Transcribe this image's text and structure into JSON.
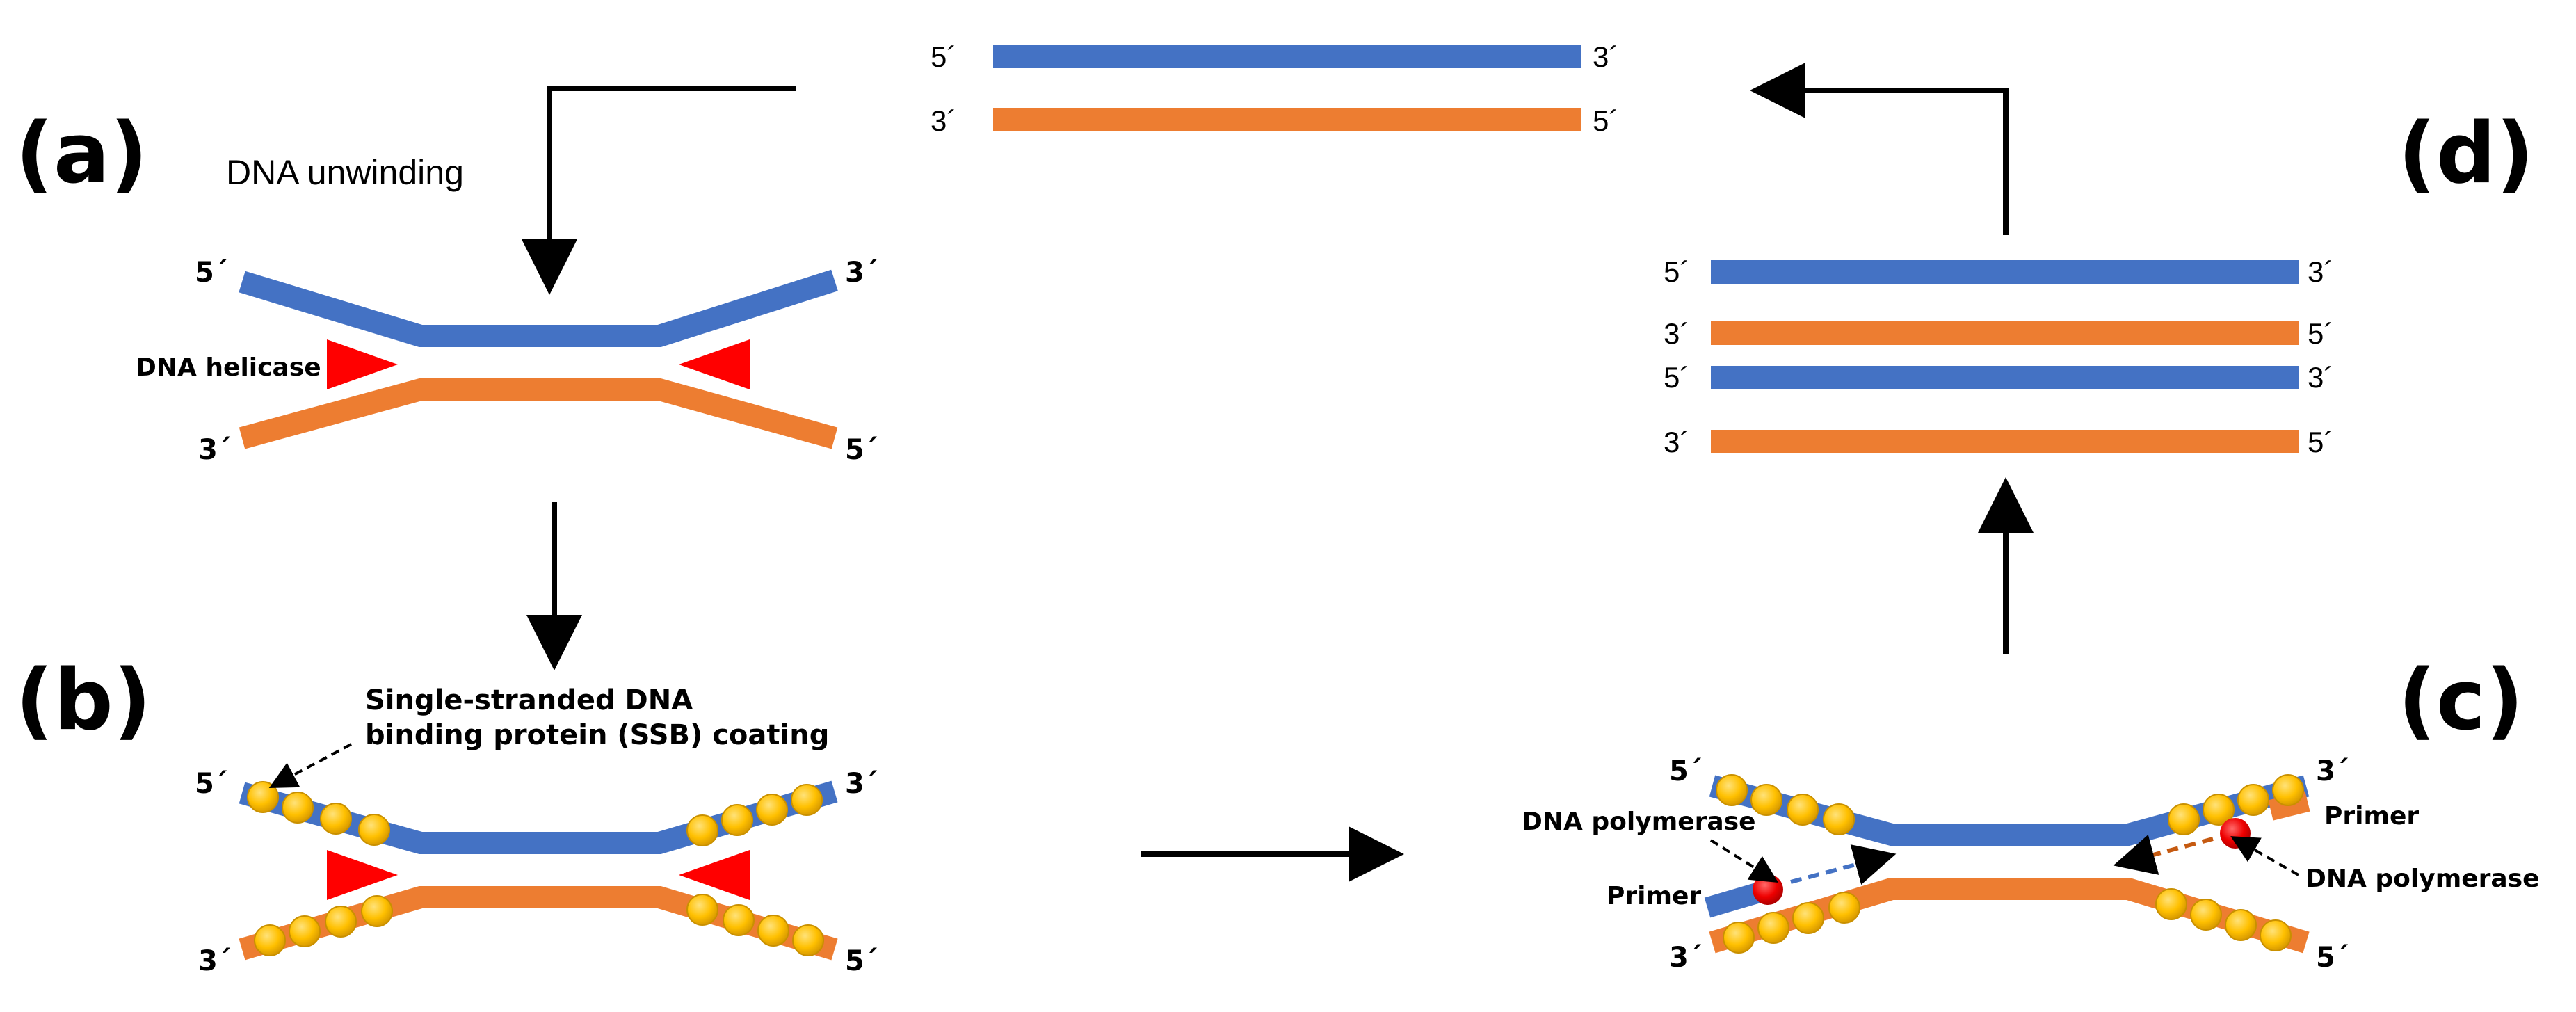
{
  "panels": {
    "a": "(a)",
    "b": "(b)",
    "c": "(c)",
    "d": "(d)"
  },
  "labels": {
    "dna_unwinding": "DNA unwinding",
    "dna_helicase": "DNA helicase",
    "ssb_line1": "Single-stranded DNA",
    "ssb_line2": "binding protein (SSB) coating",
    "dna_polymerase": "DNA polymerase",
    "primer": "Primer"
  },
  "ends": {
    "five": "5´",
    "three": "3´"
  },
  "colors": {
    "blue_strand": "#4472c4",
    "orange_strand": "#ed7d31",
    "helicase": "#ff0000",
    "ssb": "#ffc000",
    "polymerase": "#ff0000",
    "arrow": "#000000"
  }
}
